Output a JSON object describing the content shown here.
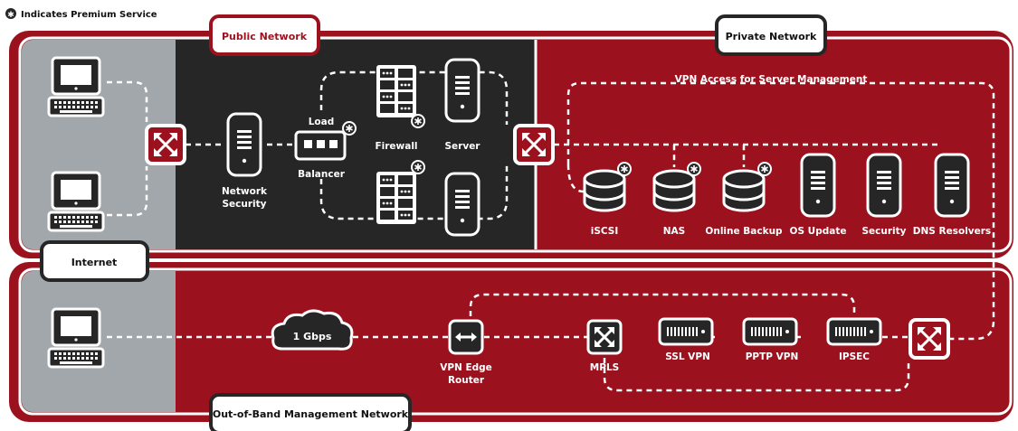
{
  "legend": {
    "star_glyph": "✱",
    "text": "Indicates Premium Service"
  },
  "tabs": {
    "public": "Public Network",
    "private": "Private Network",
    "internet": "Internet",
    "oob": "Out-of-Band Management Network"
  },
  "labels": {
    "network_security_1": "Network",
    "network_security_2": "Security",
    "load": "Load",
    "balancer": "Balancer",
    "firewall": "Firewall",
    "server": "Server",
    "vpn_access": "VPN Access for Server Management",
    "iscsi": "iSCSI",
    "nas": "NAS",
    "online_backup": "Online Backup",
    "os_update": "OS Update",
    "security": "Security",
    "dns": "DNS Resolvers",
    "cloud": "1 Gbps",
    "vpn_edge_1": "VPN Edge",
    "vpn_edge_2": "Router",
    "mpls": "MPLS",
    "ssl_vpn": "SSL VPN",
    "pptp_vpn": "PPTP VPN",
    "ipsec": "IPSEC"
  },
  "colors": {
    "brand_red": "#9b111e",
    "dark_panel": "#262626",
    "gray_panel": "#a2a7ab",
    "outline": "#ffffff",
    "tab_text": "#111111"
  }
}
